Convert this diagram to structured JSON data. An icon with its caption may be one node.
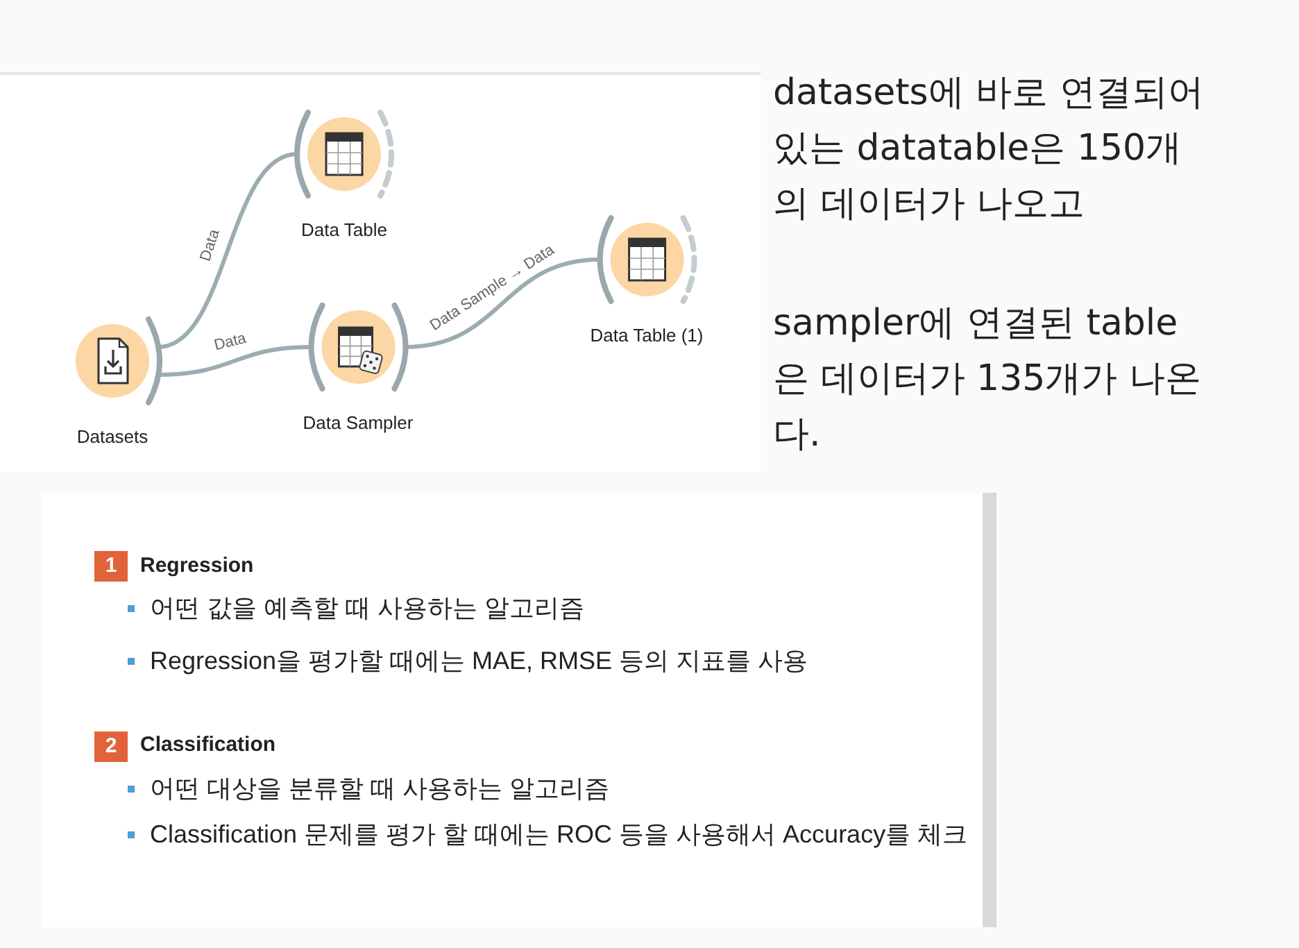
{
  "diagram": {
    "nodes": [
      {
        "text": [
          "Datasets"
        ]
      },
      {
        "text": [
          "Data Table"
        ]
      },
      {
        "text": [
          "Data Sampler"
        ]
      },
      {
        "text": [
          "Data Table (1)"
        ]
      }
    ],
    "edges": [
      {
        "from": 0,
        "to": 1,
        "arrow": "none",
        "label": "Data"
      },
      {
        "from": 0,
        "to": 2,
        "arrow": "none",
        "label": "Data"
      },
      {
        "from": 2,
        "to": 3,
        "arrow": "none",
        "label": "Data Sample → Data"
      }
    ],
    "labels": [
      "datasets에 바로 연결되어 있는 datatable은 150개의 데이터가 나오고",
      "sampler에 연결된 table은 데이터가 135개가 나온다.",
      "1",
      "Regression",
      "어떤 값을 예측할 때 사용하는 알고리즘",
      "Regression을 평가할 때에는 MAE, RMSE 등의 지표를 사용",
      "2",
      "Classification",
      "어떤 대상을 분류할 때 사용하는 알고리즘",
      "Classification 문제를 평가 할 때에는 ROC 등을 사용해서 Accuracy를 체크"
    ]
  }
}
